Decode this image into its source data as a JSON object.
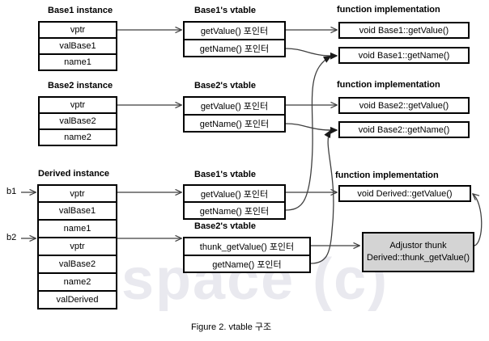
{
  "figure": {
    "caption": "Figure 2. vtable 구조",
    "watermark": "space (c)"
  },
  "headings": {
    "base1_instance": "Base1 instance",
    "base1_vtable": "Base1's vtable",
    "fn_impl_1": "function implementation",
    "base2_instance": "Base2 instance",
    "base2_vtable": "Base2's vtable",
    "fn_impl_2": "function implementation",
    "derived_instance": "Derived instance",
    "derived_base1_vtable": "Base1's vtable",
    "derived_base2_vtable": "Base2's vtable",
    "fn_impl_3": "function implementation"
  },
  "pointer_labels": {
    "b1": "b1",
    "b2": "b2"
  },
  "base1_instance": {
    "rows": [
      "vptr",
      "valBase1",
      "name1"
    ]
  },
  "base1_vtable": {
    "rows": [
      "getValue() 포인터",
      "getName() 포인터"
    ]
  },
  "base1_functions": {
    "rows": [
      "void Base1::getValue()",
      "void Base1::getName()"
    ]
  },
  "base2_instance": {
    "rows": [
      "vptr",
      "valBase2",
      "name2"
    ]
  },
  "base2_vtable": {
    "rows": [
      "getValue() 포인터",
      "getName() 포인터"
    ]
  },
  "base2_functions": {
    "rows": [
      "void Base2::getValue()",
      "void Base2::getName()"
    ]
  },
  "derived_instance": {
    "rows": [
      "vptr",
      "valBase1",
      "name1",
      "vptr",
      "valBase2",
      "name2",
      "valDerived"
    ]
  },
  "derived_base1_vtable": {
    "rows": [
      "getValue() 포인터",
      "getName() 포인터"
    ]
  },
  "derived_base2_vtable": {
    "rows": [
      "thunk_getValue() 포인터",
      "getName() 포인터"
    ]
  },
  "derived_functions": {
    "get_value": "void Derived::getValue()",
    "thunk_line1": "Adjustor thunk",
    "thunk_line2": "Derived::thunk_getValue()"
  },
  "colors": {
    "stroke": "#000000",
    "wire": "#3f3f3f",
    "thunk_fill": "#d4d4d4",
    "background": "#ffffff",
    "watermark": "#e9e9ef"
  }
}
